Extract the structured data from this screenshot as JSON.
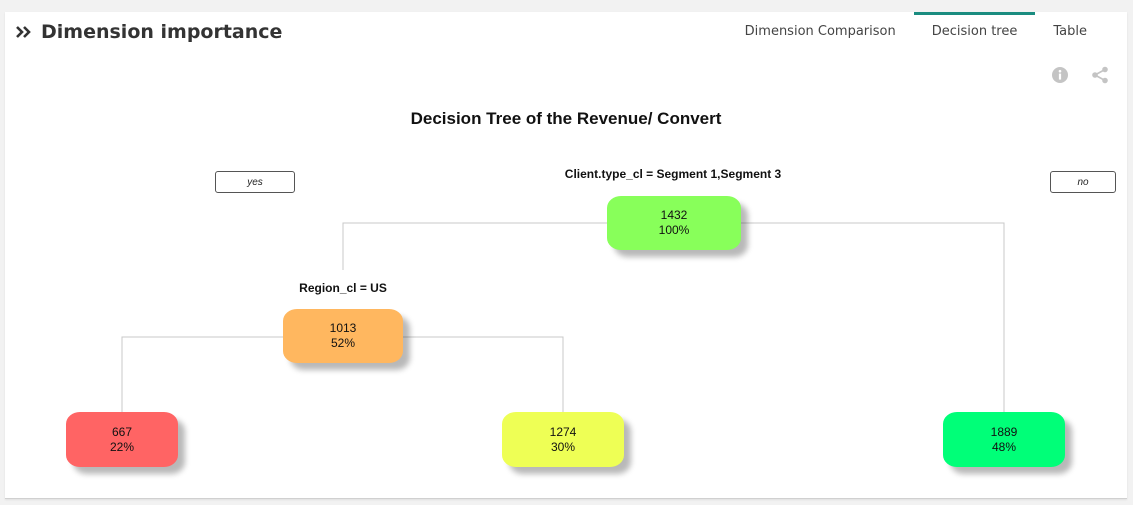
{
  "header": {
    "title": "Dimension importance",
    "tabs": [
      {
        "label": "Dimension Comparison",
        "active": false
      },
      {
        "label": "Decision tree",
        "active": true
      },
      {
        "label": "Table",
        "active": false
      }
    ],
    "icons": [
      "info-icon",
      "share-icon"
    ],
    "accent_color": "#1a8c80"
  },
  "chart_data": {
    "type": "decision-tree",
    "title": "Decision Tree of the Revenue/ Convert",
    "branch_labels": {
      "left": "yes",
      "right": "no"
    },
    "nodes": [
      {
        "id": "root",
        "value": "1432",
        "percent": "100%",
        "split": "Client.type_cl = Segment 1,Segment 3",
        "color": "#88ff5a",
        "children": [
          "n1",
          "n4"
        ]
      },
      {
        "id": "n1",
        "value": "1013",
        "percent": "52%",
        "split": "Region_cl = US",
        "color": "#ffb75f",
        "children": [
          "n2",
          "n3"
        ]
      },
      {
        "id": "n2",
        "value": "667",
        "percent": "22%",
        "color": "#ff6464"
      },
      {
        "id": "n3",
        "value": "1274",
        "percent": "30%",
        "color": "#eeff55"
      },
      {
        "id": "n4",
        "value": "1889",
        "percent": "48%",
        "color": "#00ff78"
      }
    ]
  }
}
